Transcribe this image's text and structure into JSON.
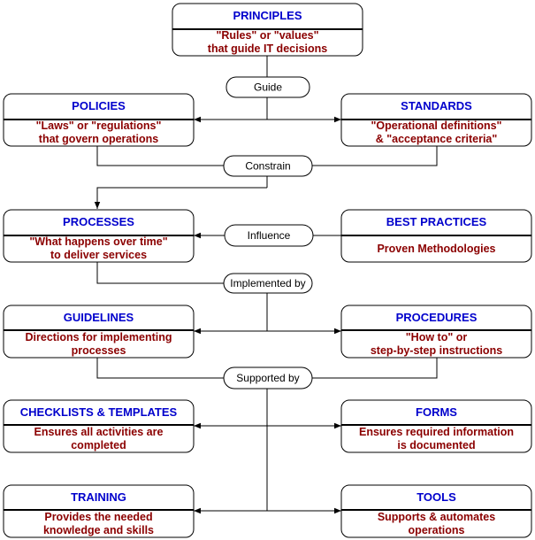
{
  "colors": {
    "title": "#0000cc",
    "description": "#8b0000",
    "line": "#000000",
    "background": "#ffffff"
  },
  "boxes": {
    "principles": {
      "title": "PRINCIPLES",
      "lines": [
        "\"Rules\" or \"values\"",
        "that  guide IT decisions"
      ]
    },
    "policies": {
      "title": "POLICIES",
      "lines": [
        "\"Laws\" or \"regulations\"",
        "that govern operations"
      ]
    },
    "standards": {
      "title": "STANDARDS",
      "lines": [
        "\"Operational definitions\"",
        "& \"acceptance criteria\""
      ]
    },
    "processes": {
      "title": "PROCESSES",
      "lines": [
        "\"What happens over time\"",
        "to deliver services"
      ]
    },
    "best_practices": {
      "title": "BEST PRACTICES",
      "lines": [
        "Proven Methodologies"
      ]
    },
    "guidelines": {
      "title": "GUIDELINES",
      "lines": [
        "Directions for implementing",
        "processes"
      ]
    },
    "procedures": {
      "title": "PROCEDURES",
      "lines": [
        "\"How to\" or",
        "step-by-step instructions"
      ]
    },
    "checklists": {
      "title": "CHECKLISTS & TEMPLATES",
      "lines": [
        "Ensures all activities are",
        "completed"
      ]
    },
    "forms": {
      "title": "FORMS",
      "lines": [
        "Ensures required information",
        "is documented"
      ]
    },
    "training": {
      "title": "TRAINING",
      "lines": [
        "Provides the needed",
        "knowledge and skills"
      ]
    },
    "tools": {
      "title": "TOOLS",
      "lines": [
        "Supports & automates",
        "operations"
      ]
    }
  },
  "connectors": {
    "guide": "Guide",
    "constrain": "Constrain",
    "influence": "Influence",
    "implemented_by": "Implemented by",
    "supported_by": "Supported by"
  }
}
